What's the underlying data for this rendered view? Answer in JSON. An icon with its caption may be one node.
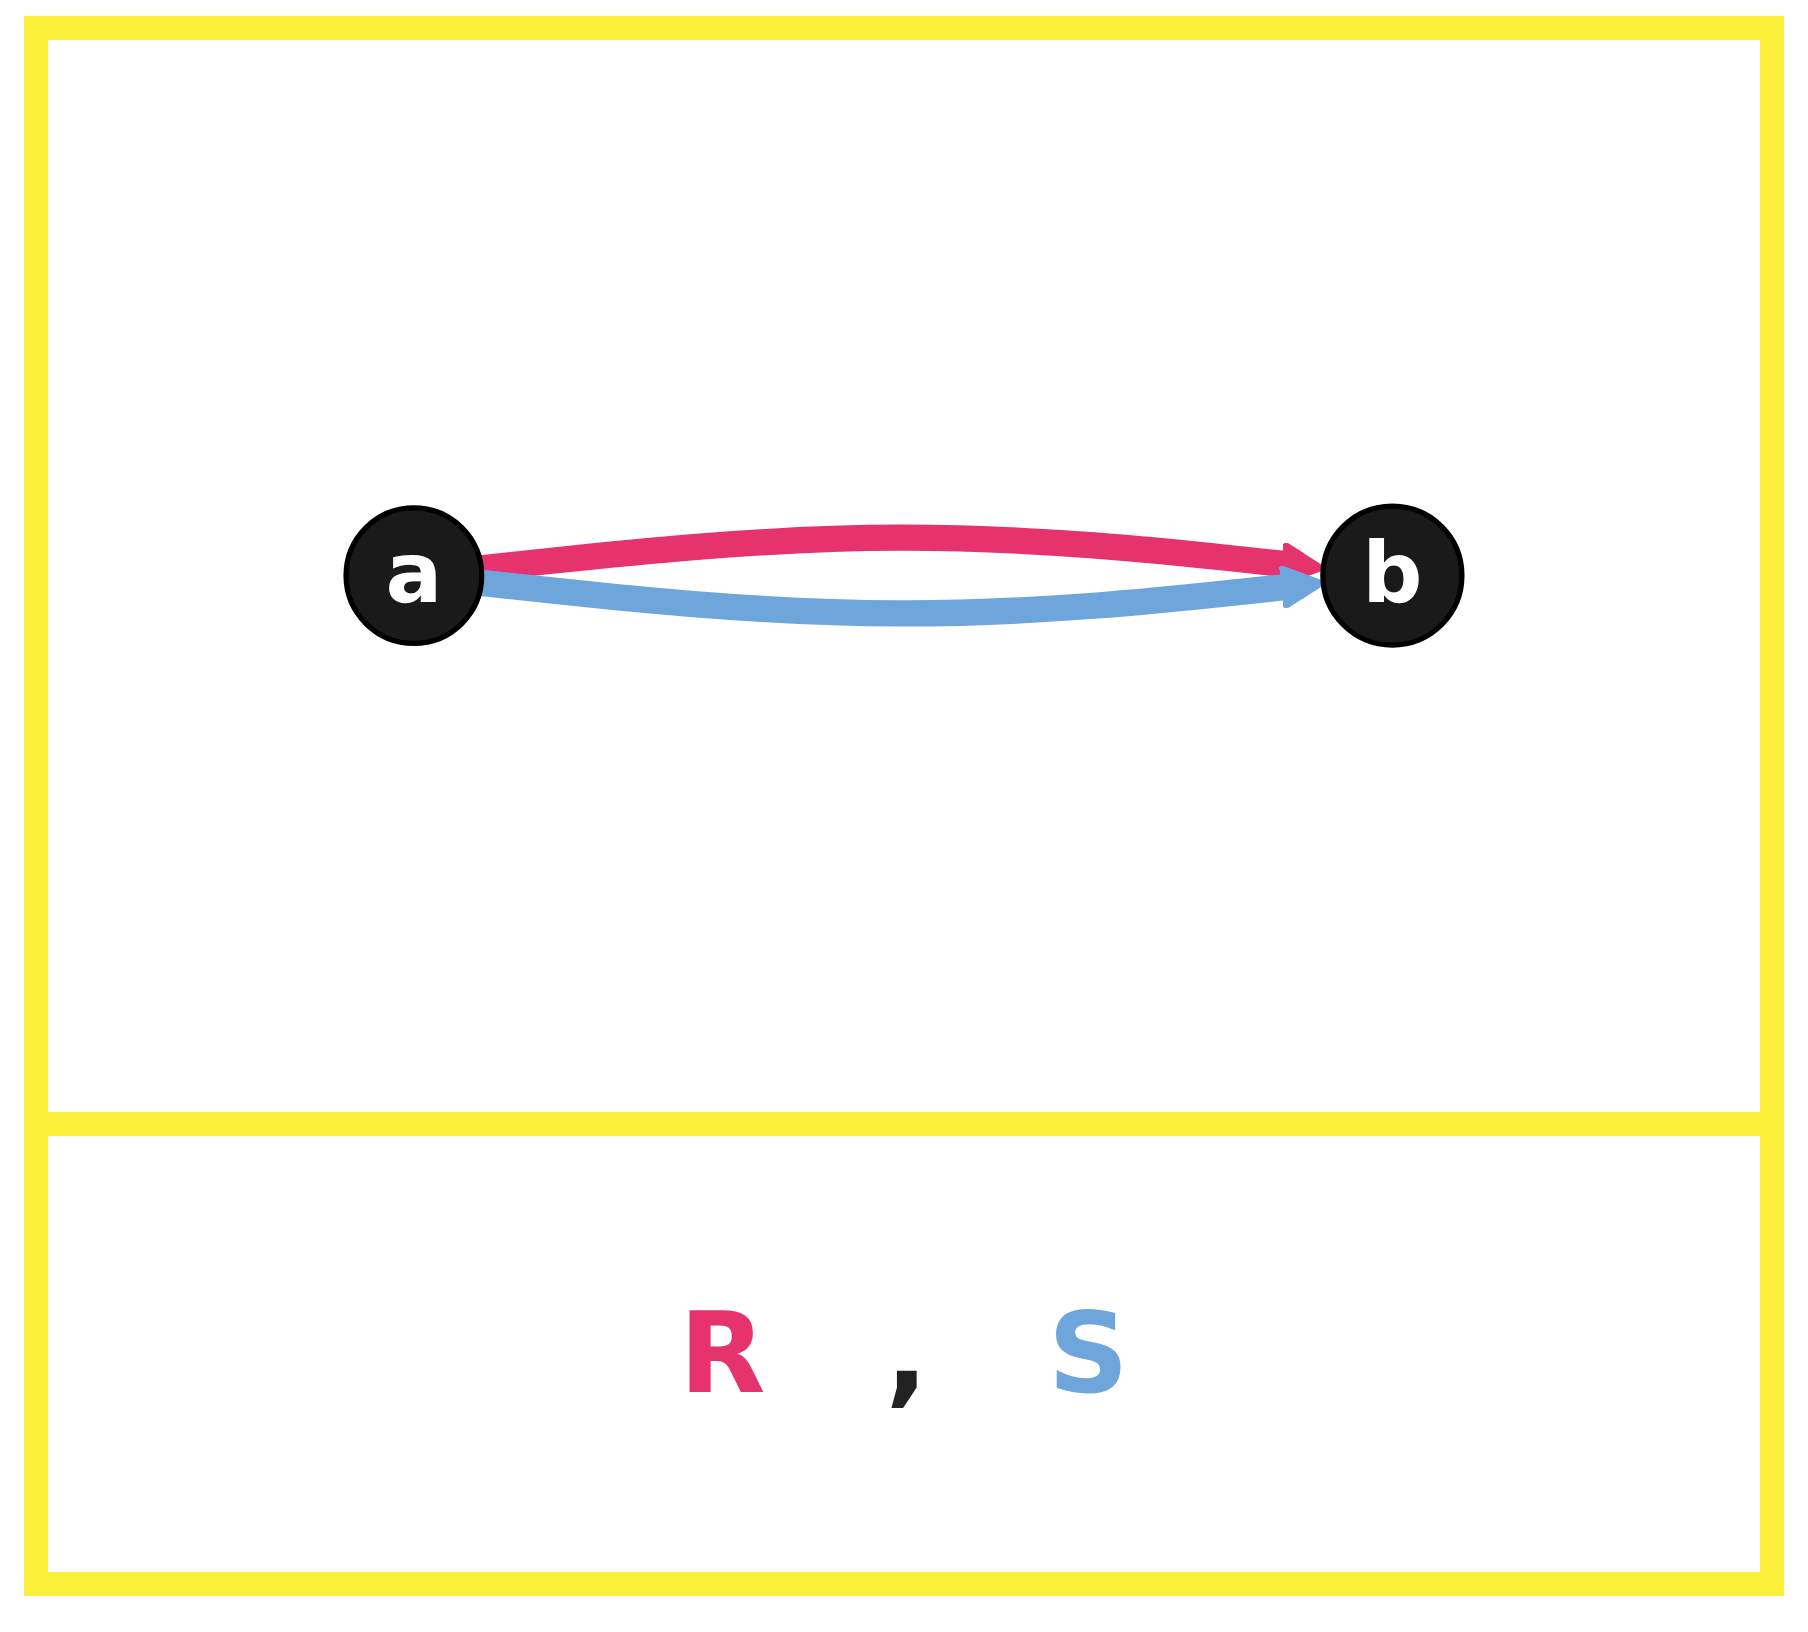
{
  "diagram": {
    "nodes": [
      {
        "text": [
          "a"
        ]
      },
      {
        "text": [
          "b"
        ]
      }
    ],
    "edges": [
      {
        "from": 0,
        "to": 1,
        "arrow": "to",
        "color": "#e6336e"
      },
      {
        "from": 0,
        "to": 1,
        "arrow": "to",
        "color": "#6ea6dc"
      }
    ],
    "labels": [
      ","
    ],
    "legend": [
      {
        "text": "R",
        "color": "#e6336e"
      },
      {
        "text": "S",
        "color": "#6ea6dc"
      }
    ]
  }
}
